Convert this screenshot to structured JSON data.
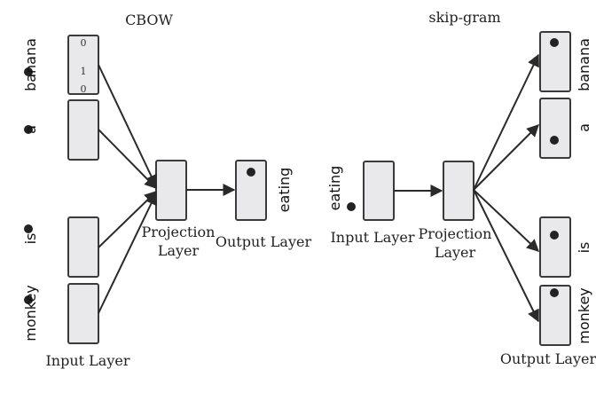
{
  "cbow": {
    "title": "CBOW",
    "input_words": [
      "banana",
      "a",
      "is",
      "monkey"
    ],
    "onehot_digits": [
      "0",
      "1",
      "0"
    ],
    "projection_label": [
      "Projection",
      "Layer"
    ],
    "output_label": "Output Layer",
    "input_label": "Input Layer",
    "output_word": "eating"
  },
  "skipgram": {
    "title": "skip-gram",
    "input_word": "eating",
    "input_label": "Input Layer",
    "projection_label": [
      "Projection",
      "Layer"
    ],
    "output_words": [
      "banana",
      "a",
      "is",
      "monkey"
    ],
    "output_label": "Output Layer"
  },
  "colors": {
    "box_fill": "#e9e9eb",
    "stroke": "#3a3a3a",
    "dot": "#222222"
  }
}
